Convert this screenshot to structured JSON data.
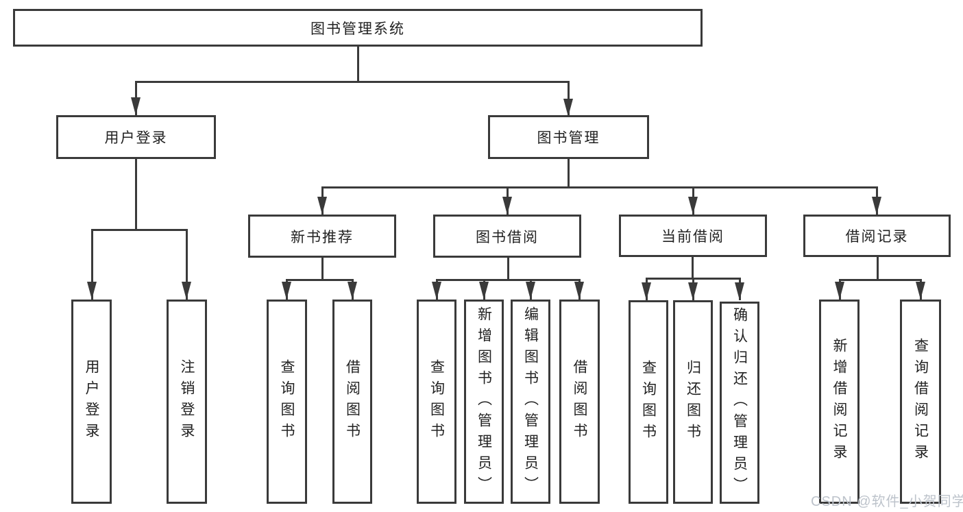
{
  "diagram": {
    "root": {
      "label": "图书管理系统"
    },
    "level2": [
      {
        "id": "user-login",
        "label": "用户登录"
      },
      {
        "id": "book-management",
        "label": "图书管理"
      }
    ],
    "level3": [
      {
        "id": "new-book-recommend",
        "label": "新书推荐"
      },
      {
        "id": "book-borrow",
        "label": "图书借阅"
      },
      {
        "id": "current-borrow",
        "label": "当前借阅"
      },
      {
        "id": "borrow-records",
        "label": "借阅记录"
      }
    ],
    "leaves": {
      "user_login": [
        {
          "label": "用户登录"
        },
        {
          "label": "注销登录"
        }
      ],
      "new_book": [
        {
          "label": "查询图书"
        },
        {
          "label": "借阅图书"
        }
      ],
      "book_borrow": [
        {
          "label": "查询图书"
        },
        {
          "label": "新增图书（管理员）"
        },
        {
          "label": "编辑图书（管理员）"
        },
        {
          "label": "借阅图书"
        }
      ],
      "current_borrow": [
        {
          "label": "查询图书"
        },
        {
          "label": "归还图书"
        },
        {
          "label": "确认归还（管理员）"
        }
      ],
      "borrow_records": [
        {
          "label": "新增借阅记录"
        },
        {
          "label": "查询借阅记录"
        }
      ]
    }
  },
  "watermark": {
    "text": "CSDN @软件_小贺同学"
  },
  "colors": {
    "line": "#3a3a3a",
    "text": "#222222",
    "background": "#ffffff",
    "watermark": "#bdc3cb"
  }
}
